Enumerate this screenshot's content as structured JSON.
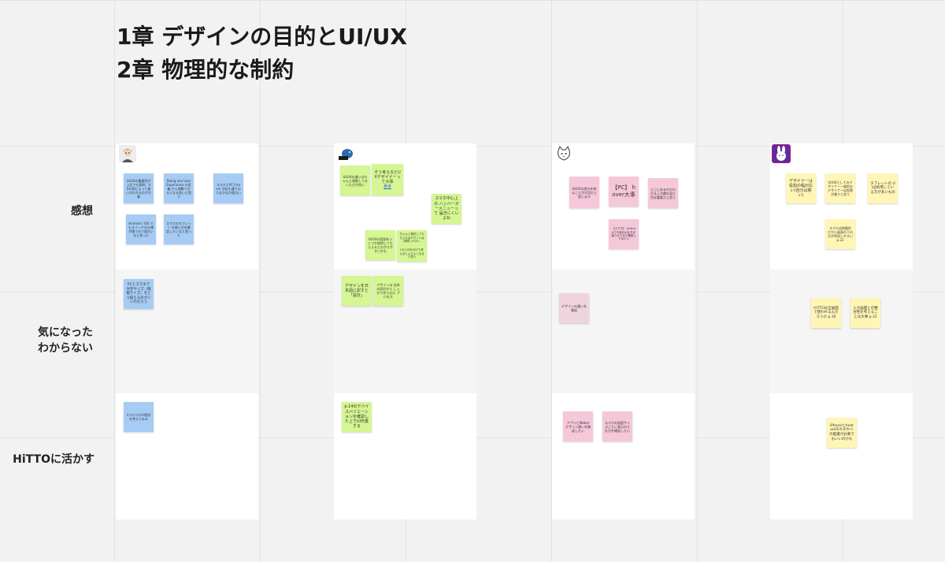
{
  "titles": [
    "1章 デザインの目的とUI/UX",
    "2章 物理的な制約"
  ],
  "row_labels": {
    "kansou": "感想",
    "kininatta_1": "気になった",
    "kininatta_2": "わからない",
    "hitto": "HiTTOに活かす"
  },
  "columns": [
    {
      "avatar_icon": "person-avatar",
      "kansou_notes": [
        "UI/UXの重要性が上記でも説明、UXの例によって違いがわかるのが大事",
        "Doing one User Experience の定義 から理解できるとなる良いと思う",
        "スマホとPCでhover 対応も違うのでなかなか面白い",
        "Android / iOS でもスイッチの仕様が違うので面白いなと思った",
        "スマホのタブレット の使い方を確認したいなと思った"
      ],
      "kininatta_notes": [
        "PCとスマホで文字サイズ（情報ライズ）をどう揃えるのがいいのだろう"
      ],
      "hitto_notes": [
        "スマホでのUI設計を考えてみる"
      ]
    },
    {
      "avatar_icon": "bird-avatar",
      "kansou_notes": [
        "UI/UXの違いはちゃんと理解しておいた方が良い",
        "そう考えるとUXデザイナーって大事 ",
        "スマホ中心上の ハンバーガーメニューって 届きにくいよね",
        "UI/UXの役割をいくつか説明してもらえるとわかりやすいかも",
        "ちゃんと検討してもらえればデザインは説得しやすい",
        "UIとUXを分けて考えるとよりよくなると思う"
      ],
      "kansou_link": "参考",
      "kininatta_notes": [
        "デザインを日本語に訳すと「設計」",
        "デザインは 全体の設計から しっかり作り込む プロセス"
      ],
      "hitto_notes": [
        "p.14のデバイスバリエーションを確認した上でUI作業する"
      ]
    },
    {
      "avatar_icon": "cat-avatar",
      "kansou_notes": [
        "UI/UXの差分を知ることが大切だと思います",
        "【PC】 hover大事",
        "どこにあるのかわかる入力欄の見た目は重要だと思う",
        "【スマホ】 Androidでも設計の仕方が違うのでまた確認してみたい"
      ],
      "kininatta_notes": [
        "デザインの違いを確認"
      ],
      "hitto_notes": [
        "アプリとWebのデザイン違いを確認したい",
        "スマホの画面サイズごとに表示のされ方を確認したい"
      ]
    },
    {
      "avatar_icon": "rabbit-avatar",
      "kansou_notes": [
        "デザイナーは役割の幅が広い(自分は狭い)",
        "UI/UXとしてのデザイナー一般的なデザイナーは役割が違うと思う",
        "タブレットの UIは利用している方が多いもの",
        "スマホは指操作 だから画面の下の方が利用しやすい p.22"
      ],
      "kininatta_notes": [
        "HiTTOは全画面で使われるんだろうか p.30",
        "入力画面との整合性を考えることは大事 p.31"
      ],
      "hitto_notes": [
        "iPhoneとAndroidそれぞれへの配慮が必要でもいいのかも"
      ]
    }
  ],
  "colors": {
    "blue": "#a6ccf5",
    "green": "#d5f692",
    "pink": "#f5c8d9",
    "yellow": "#fff6b6",
    "link": "#2d6bd8"
  }
}
